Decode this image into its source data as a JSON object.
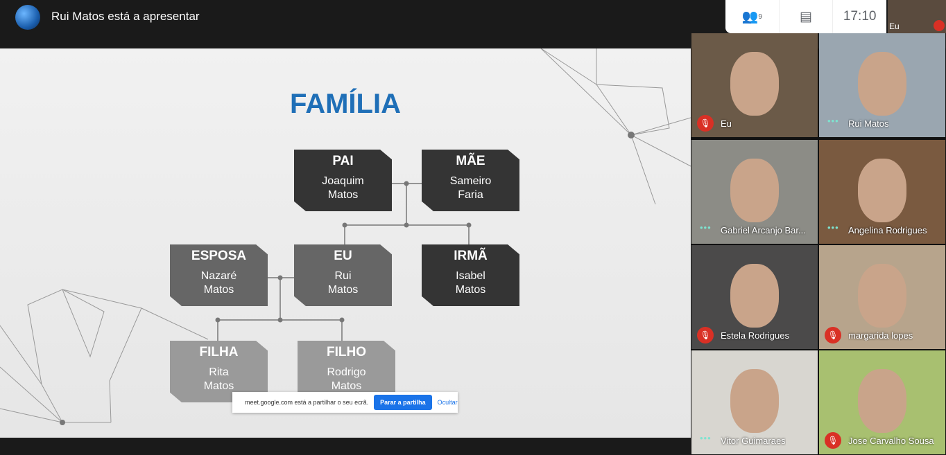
{
  "header": {
    "presenter": "Rui Matos está a apresentar",
    "participants_count": "9",
    "time": "17:10",
    "self_label": "Eu"
  },
  "slide": {
    "title": "FAMÍLIA",
    "boxes": {
      "pai": {
        "role": "PAI",
        "name1": "Joaquim",
        "name2": "Matos"
      },
      "mae": {
        "role": "MÃE",
        "name1": "Sameiro",
        "name2": "Faria"
      },
      "esposa": {
        "role": "ESPOSA",
        "name1": "Nazaré",
        "name2": "Matos"
      },
      "eu": {
        "role": "EU",
        "name1": "Rui",
        "name2": "Matos"
      },
      "irma": {
        "role": "IRMÃ",
        "name1": "Isabel",
        "name2": "Matos"
      },
      "filha": {
        "role": "FILHA",
        "name1": "Rita",
        "name2": "Matos"
      },
      "filho": {
        "role": "FILHO",
        "name1": "Rodrigo",
        "name2": "Matos"
      }
    }
  },
  "share_bar": {
    "message": "meet.google.com está a partilhar o seu ecrã.",
    "stop": "Parar a partilha",
    "hide": "Ocultar"
  },
  "participants": [
    {
      "name": "Eu",
      "muted": true,
      "bg": "#6b5a48"
    },
    {
      "name": "Rui Matos",
      "muted": false,
      "bg": "#9aa6b0"
    },
    {
      "name": "Gabriel Arcanjo Bar...",
      "muted": false,
      "bg": "#8c8c86"
    },
    {
      "name": "Angelina Rodrigues",
      "muted": false,
      "bg": "#7a5a40"
    },
    {
      "name": "Estela Rodrigues",
      "muted": true,
      "bg": "#4b4a4a"
    },
    {
      "name": "margarida lopes",
      "muted": true,
      "bg": "#b7a48c"
    },
    {
      "name": "Vitor Guimaraes",
      "muted": false,
      "bg": "#d8d6d0"
    },
    {
      "name": "Jose Carvalho Sousa",
      "muted": true,
      "bg": "#a8c070"
    }
  ]
}
